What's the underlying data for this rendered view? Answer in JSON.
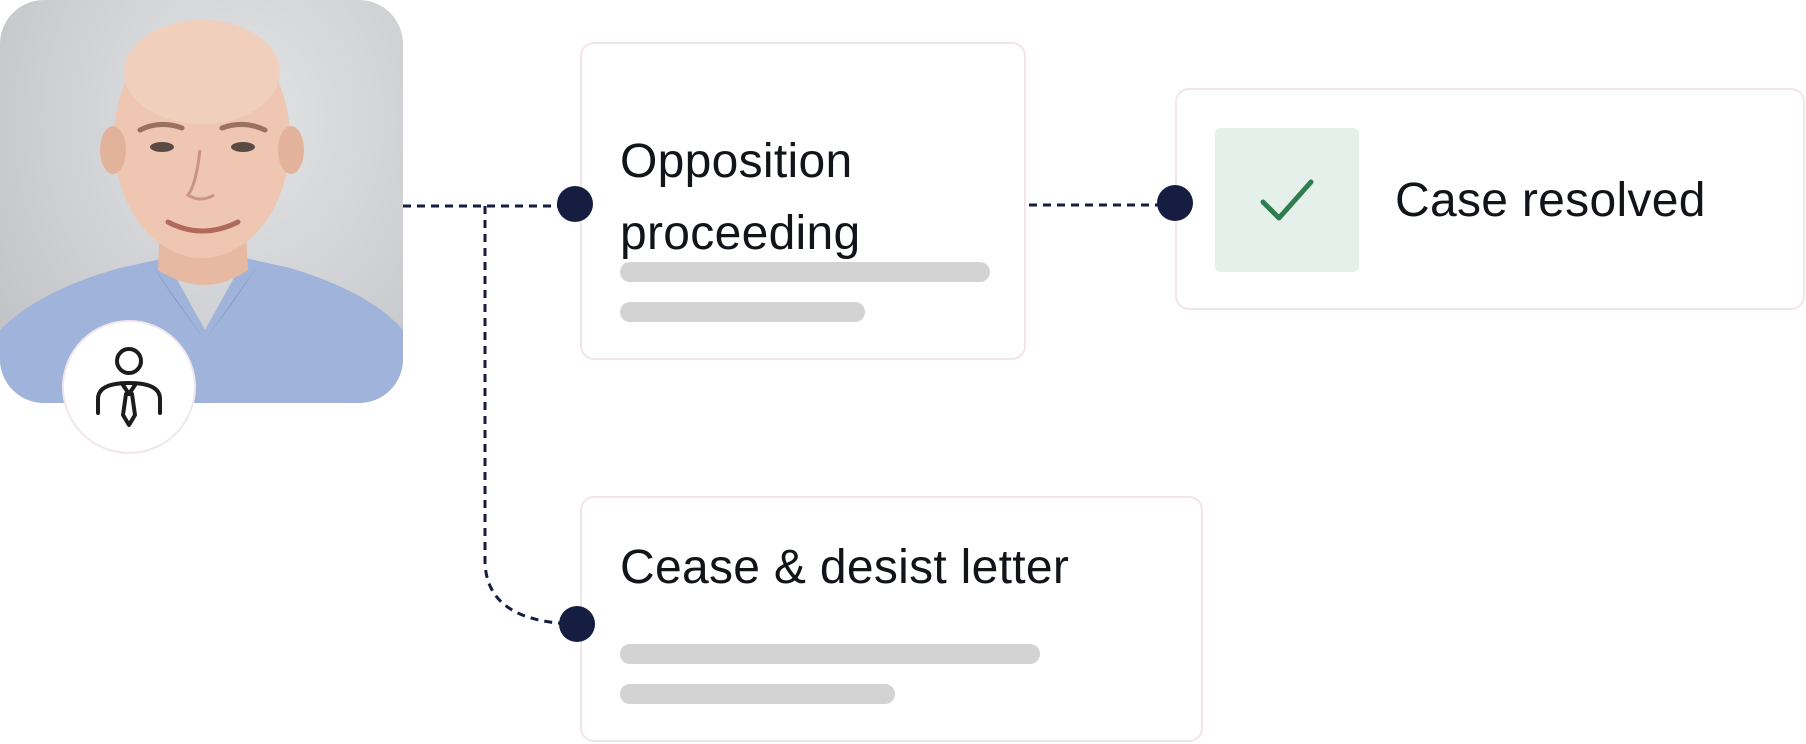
{
  "cards": {
    "opposition": {
      "title_line1": "Opposition",
      "title_line2": "proceeding"
    },
    "resolved": {
      "title": "Case resolved",
      "icon": "check-icon",
      "check_color": "#2e7d4f",
      "check_bg": "#e4f0e9"
    },
    "cease": {
      "title": "Cease & desist letter"
    }
  },
  "profile": {
    "photo": "person-photo",
    "badge_icon": "person-with-tie-icon"
  },
  "colors": {
    "connector": "#151d40",
    "placeholder_bar": "#d3d3d3",
    "card_border": "#f2e4e8"
  }
}
